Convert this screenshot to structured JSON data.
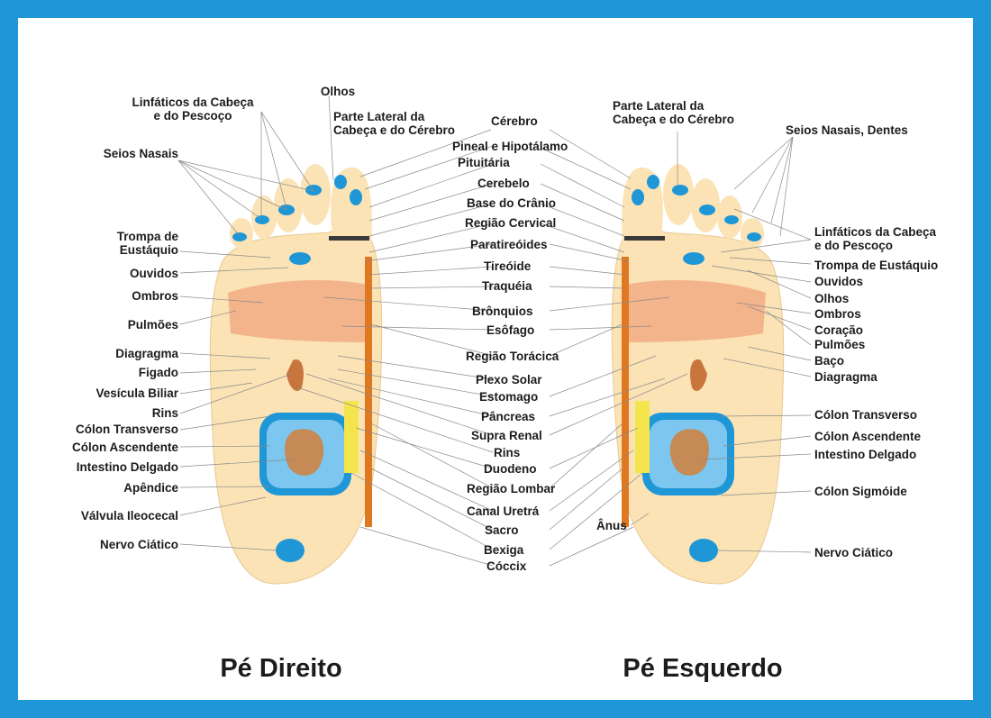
{
  "titles": {
    "right_foot": "Pé Direito",
    "left_foot": "Pé Esquerdo"
  },
  "colors": {
    "frame": "#1f97d7",
    "skin": "#fbe3b6",
    "salmon": "#f3b48c",
    "blue_zone": "#1f97d7",
    "spine": "#e07822",
    "lines": "#8a8a8a"
  },
  "labels": {
    "r_linfaticos": "Linfáticos da Cabeça\ne do Pescoço",
    "r_olhos": "Olhos",
    "r_parte_lateral": "Parte Lateral da\nCabeça e do Cérebro",
    "r_seios": "Seios Nasais",
    "r_tromp": "Trompa de\nEustáquio",
    "r_ouvidos": "Ouvidos",
    "r_ombros": "Ombros",
    "r_pulmoes": "Pulmões",
    "r_diagragma": "Diagragma",
    "r_figado": "Figado",
    "r_vesicula": "Vesícula Biliar",
    "r_rins": "Rins",
    "r_colon_t": "Cólon Transverso",
    "r_colon_a": "Cólon Ascendente",
    "r_intestino": "Intestino Delgado",
    "r_apendice": "Apêndice",
    "r_valvula": "Válvula Ileocecal",
    "r_nervo": "Nervo Ciático",
    "c_cerebro": "Cérebro",
    "c_pineal": "Pineal e Hipotálamo",
    "c_pituitaria": "Pituitária",
    "c_cerebelo": "Cerebelo",
    "c_base": "Base do Crânio",
    "c_cervical": "Região Cervical",
    "c_paratireoides": "Paratireóides",
    "c_tireoide": "Tireóide",
    "c_traqueia": "Traquéia",
    "c_bronquios": "Brônquios",
    "c_esofago": "Esôfago",
    "c_toracica": "Região Torácica",
    "c_plexo": "Plexo Solar",
    "c_estomago": "Estomago",
    "c_pancreas": "Pâncreas",
    "c_supra": "Supra Renal",
    "c_rins": "Rins",
    "c_duodeno": "Duodeno",
    "c_lombar": "Região Lombar",
    "c_canal": "Canal Uretrá",
    "c_sacro": "Sacro",
    "c_bexiga": "Bexiga",
    "c_coccix": "Cóccix",
    "l_parte_lateral": "Parte Lateral da\nCabeça e do Cérebro",
    "l_seios": "Seios Nasais, Dentes",
    "l_linfaticos": "Linfáticos da Cabeça\ne do Pescoço",
    "l_tromp": "Trompa de Eustáquio",
    "l_ouvidos": "Ouvidos",
    "l_olhos": "Olhos",
    "l_ombros": "Ombros",
    "l_coracao": "Coração",
    "l_pulmoes": "Pulmões",
    "l_baco": "Baço",
    "l_diagragma": "Diagragma",
    "l_colon_t": "Cólon Transverso",
    "l_colon_a": "Cólon Ascendente",
    "l_intestino": "Intestino Delgado",
    "l_sigmoide": "Cólon Sigmóide",
    "l_anus": "Ânus",
    "l_nervo": "Nervo Ciático"
  }
}
